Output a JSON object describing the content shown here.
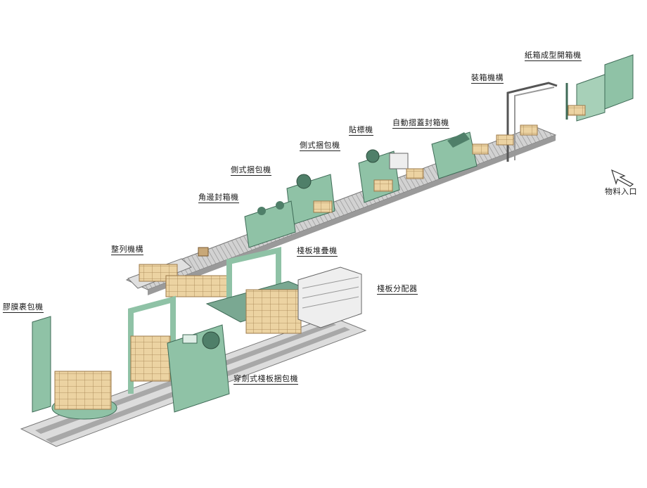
{
  "labels": {
    "carton_erector": "紙箱成型開箱機",
    "case_packer": "裝箱機構",
    "auto_case_sealer": "自動摺蓋封箱機",
    "labeler": "貼標機",
    "side_strapper_1": "側式捆包機",
    "side_strapper_2": "側式捆包機",
    "corner_sealer": "角邊封箱機",
    "aligner": "整列機構",
    "pallet_stacker": "棧板堆疊機",
    "pallet_dispenser": "棧板分配器",
    "stretch_wrapper": "膠膜裹包機",
    "pallet_strapper": "穿劍式棧板捆包機",
    "material_inlet": "物料入口"
  },
  "colors": {
    "machine_green": "#8fc2a6",
    "machine_dark": "#4f7f69",
    "conveyor_gray": "#c9c9c9",
    "conveyor_dark": "#8a8a8a",
    "box_tan": "#e8cc98",
    "box_edge": "#9c7a4a",
    "rail_gray": "#d6d6d6"
  }
}
